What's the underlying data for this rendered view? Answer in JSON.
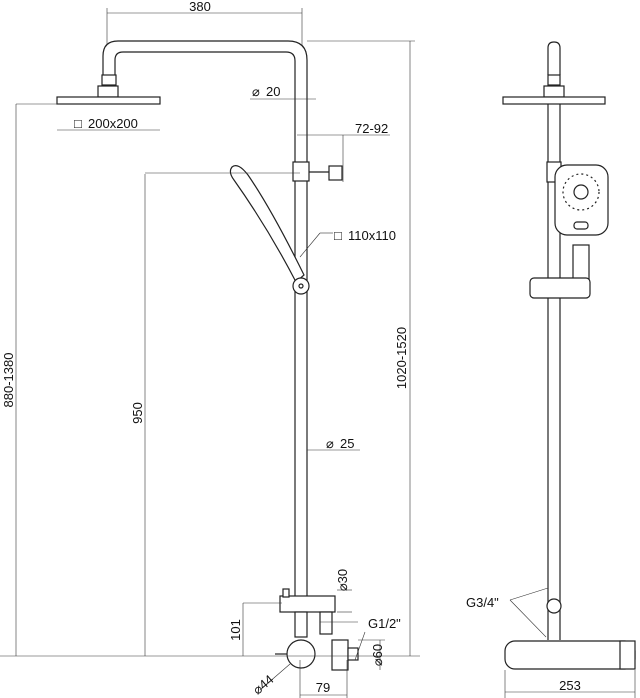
{
  "front_view": {
    "dim_arm_length": "380",
    "dim_head_size": "200x200",
    "dim_pipe_top_diameter": "20",
    "dim_holder_offset": "72-92",
    "dim_hand_shower_size": "110x110",
    "dim_total_height_left": "880-1380",
    "dim_hand_shower_height": "950",
    "dim_total_height_right": "1020-1520",
    "dim_pipe_diameter": "25",
    "dim_lower_pipe_diameter": "30",
    "dim_connection": "G1/2\"",
    "dim_mixer_offset": "101",
    "dim_flange_diameter": "60",
    "dim_knob_diameter": "44",
    "dim_wall_offset": "79"
  },
  "side_view": {
    "dim_connection": "G3/4\"",
    "dim_mixer_width": "253"
  },
  "symbols": {
    "diameter": "⌀",
    "square": "□"
  }
}
